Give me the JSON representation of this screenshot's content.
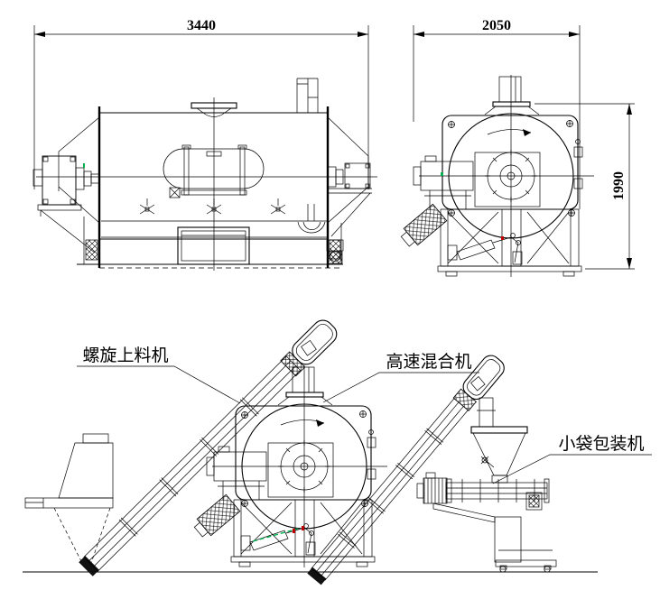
{
  "drawing": {
    "background": "#ffffff",
    "line_color": "#000000",
    "accent_green": "#00b050",
    "accent_red": "#c00000"
  },
  "dimensions": {
    "side_width": "3440",
    "end_width": "2050",
    "end_height": "1990"
  },
  "labels": {
    "screw_feeder": "螺旋上料机",
    "mixer": "高速混合机",
    "bag_packer": "小袋包装机"
  }
}
